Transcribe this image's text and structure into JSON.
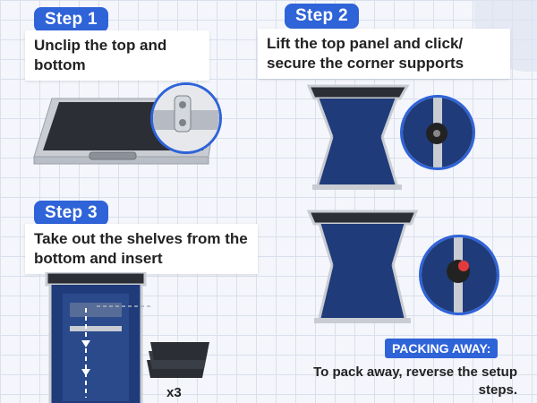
{
  "steps": [
    {
      "badge": "Step 1",
      "text": "Unclip the top and bottom"
    },
    {
      "badge": "Step 2",
      "text": "Lift the top panel and click/ secure the corner supports"
    },
    {
      "badge": "Step 3",
      "text": "Take out the shelves from the bottom and insert"
    }
  ],
  "packing": {
    "badge": "PACKING AWAY:",
    "text": "To pack away, reverse the setup steps."
  },
  "shelf_count": "x3",
  "colors": {
    "accent": "#2f63d8",
    "fabric": "#1f3b7a",
    "frame": "#c9ccd2",
    "panel": "#2b2e35"
  }
}
